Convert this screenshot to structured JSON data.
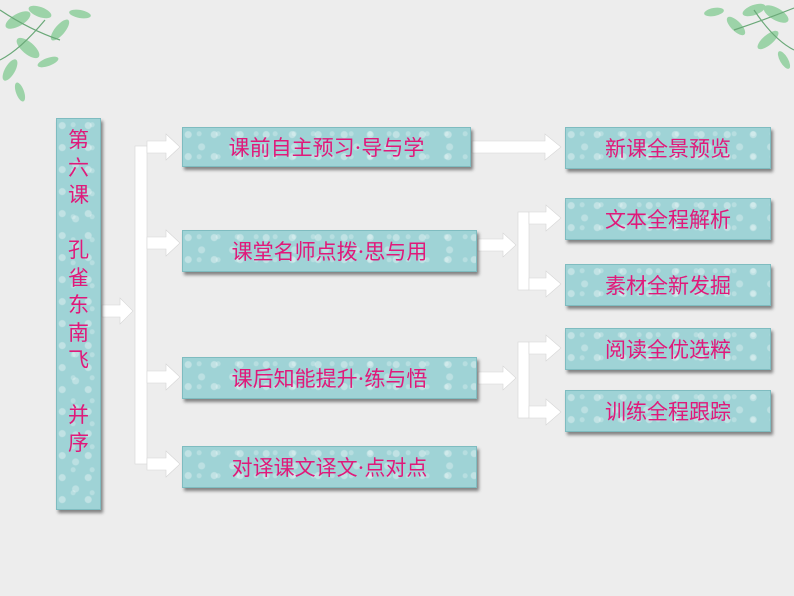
{
  "colors": {
    "box_fill": "#9fd3d6",
    "text": "#e0197a",
    "arrow": "#ffffff",
    "background": "#ededed"
  },
  "title_column": [
    "第",
    "六",
    "课",
    "",
    "孔",
    "雀",
    "东",
    "南",
    "飞",
    "",
    "并",
    "序"
  ],
  "level1": [
    "课前自主预习·导与学",
    "课堂名师点拨·思与用",
    "课后知能提升·练与悟",
    "对译课文译文·点对点"
  ],
  "level2": [
    "新课全景预览",
    "文本全程解析",
    "素材全新发掘",
    "阅读全优选粹",
    "训练全程跟踪"
  ]
}
